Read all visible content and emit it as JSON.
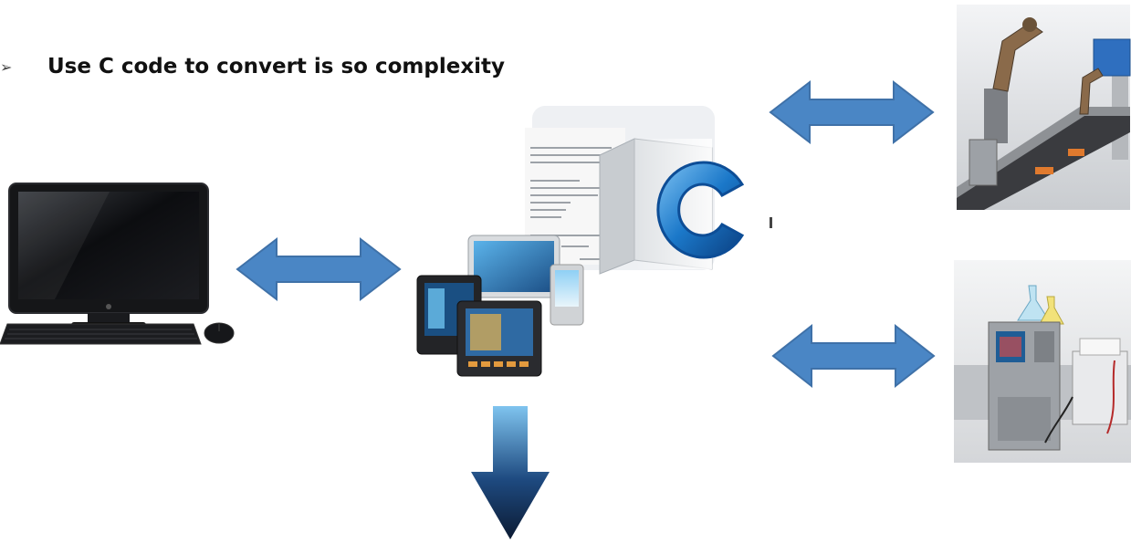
{
  "headline": {
    "bullet_icon": "arrow-bullet-icon",
    "text": "Use C code to convert is so complexity"
  },
  "colors": {
    "arrow_blue": "#4a86c5",
    "arrow_stroke": "#3f71a8",
    "c_logo_blue": "#1b78c9",
    "down_arrow_top": "#7fc4ef",
    "down_arrow_bottom": "#0c1b33"
  },
  "illustrations": {
    "computer": "desktop-computer-illustration",
    "hmi": "hmi-touch-panels-illustration",
    "c_code": "c-source-code-document-illustration",
    "robot": "industrial-robot-arm-conveyor-illustration",
    "lab": "laboratory-equipment-illustration"
  },
  "arrows": {
    "pc_hmi": "double-headed-arrow",
    "c_robot": "double-headed-arrow",
    "c_lab": "double-headed-arrow",
    "down": "down-gradient-arrow"
  }
}
